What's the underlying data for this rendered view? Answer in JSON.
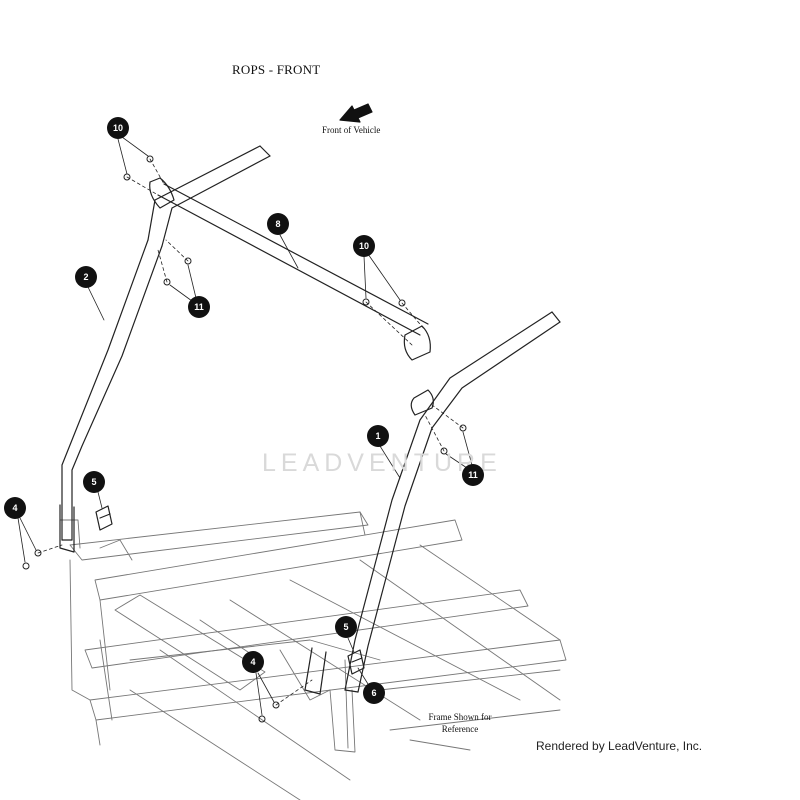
{
  "title": "ROPS - FRONT",
  "front_label": "Front of Vehicle",
  "frame_note": "Frame Shown for Reference",
  "render_credit": "Rendered by LeadVenture, Inc.",
  "watermark": "LEADVENTURE",
  "colors": {
    "line": "#222222",
    "callout": "#111111",
    "watermark": "#d9d9d9"
  },
  "callouts": {
    "c10a": "10",
    "c10b": "10",
    "c8": "8",
    "c2": "2",
    "c11a": "11",
    "c1": "1",
    "c11b": "11",
    "c5a": "5",
    "c4a": "4",
    "c5b": "5",
    "c4b": "4",
    "c6": "6"
  }
}
